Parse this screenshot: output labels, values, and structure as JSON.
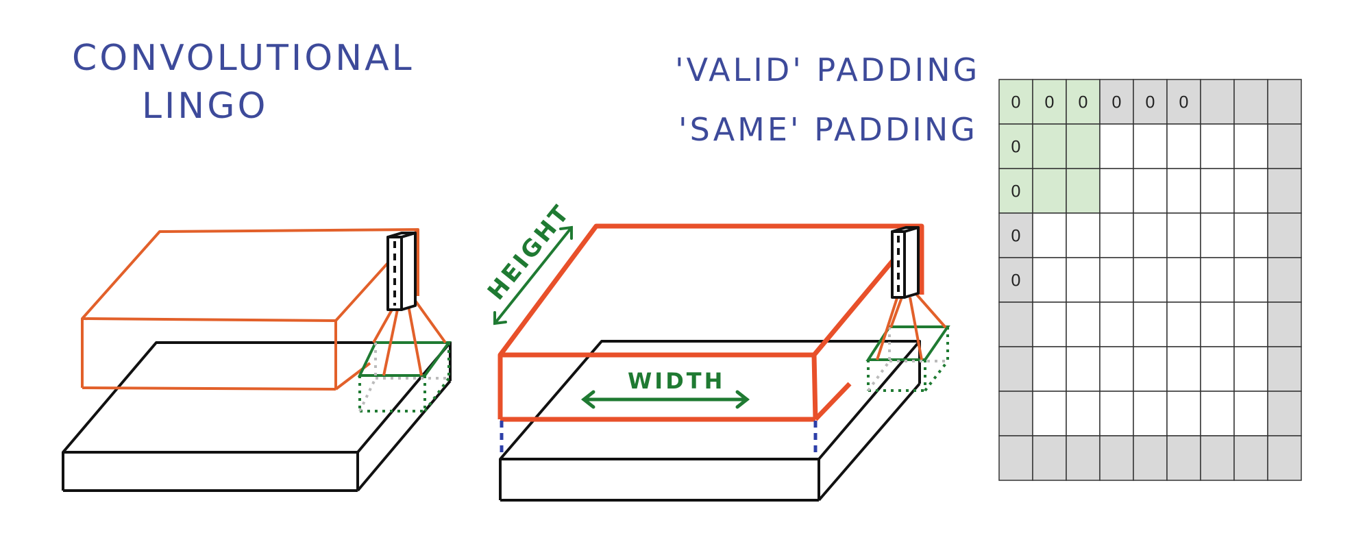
{
  "title": {
    "line1": "CONVOLUTIONAL",
    "line2": "LINGO"
  },
  "padding_labels": {
    "valid": "'VALID' PADDING",
    "same": "'SAME' PADDING"
  },
  "dimension_labels": {
    "height": "HEIGHT",
    "width": "WIDTH"
  },
  "grid": {
    "rows": 9,
    "cols": 9,
    "zero_label": "0",
    "zero_cells": [
      [
        0,
        0
      ],
      [
        0,
        1
      ],
      [
        0,
        2
      ],
      [
        0,
        3
      ],
      [
        0,
        4
      ],
      [
        0,
        5
      ],
      [
        1,
        0
      ],
      [
        2,
        0
      ],
      [
        3,
        0
      ],
      [
        4,
        0
      ]
    ],
    "kernel_cells": [
      [
        0,
        0
      ],
      [
        0,
        1
      ],
      [
        0,
        2
      ],
      [
        1,
        0
      ],
      [
        1,
        1
      ],
      [
        1,
        2
      ],
      [
        2,
        0
      ],
      [
        2,
        1
      ],
      [
        2,
        2
      ]
    ],
    "padding_border": 1
  },
  "colors": {
    "text_blue": "#3d4a9a",
    "orange": "#e2602a",
    "orange_bold": "#e8502a",
    "green": "#1f7a32",
    "black": "#111111",
    "dotted_blue": "#2d3fa8",
    "grid_pad": "#d9d9d9",
    "grid_kernel": "#d6ead0",
    "grid_line": "#333333"
  }
}
